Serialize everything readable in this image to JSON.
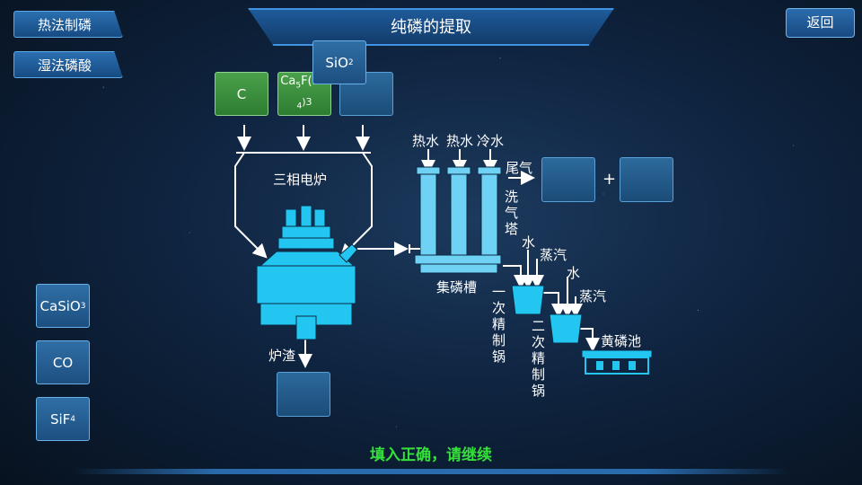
{
  "nav": {
    "thermal_label": "热法制磷",
    "wet_label": "湿法磷酸",
    "back_label": "返回"
  },
  "title": "纯磷的提取",
  "materials": {
    "c": "C",
    "apatite_main": "Ca",
    "apatite_sub1": "5",
    "apatite_mid": "F(PO",
    "apatite_sub2": "4",
    "apatite_end": ")3",
    "sio2_main": "SiO",
    "sio2_sub": "2"
  },
  "candidates": {
    "casio3_main": "CaSiO",
    "casio3_sub": "3",
    "co": "CO",
    "sif4_main": "SiF",
    "sif4_sub": "4"
  },
  "labels": {
    "furnace": "三相电炉",
    "slag": "炉渣",
    "hot_water_1": "热水",
    "hot_water_2": "热水",
    "cold_water": "冷水",
    "tail_gas": "尾气",
    "plus": "+",
    "wash_tower": "洗气塔",
    "collector": "集磷槽",
    "water_1": "水",
    "steam_1": "蒸汽",
    "water_2": "水",
    "steam_2": "蒸汽",
    "primary_pot": "一次精制锅",
    "secondary_pot": "二次精制锅",
    "yellow_pool": "黄磷池"
  },
  "status": "填入正确，请继续",
  "colors": {
    "accent": "#35e03a",
    "equipment": "#22c6f0",
    "tile_blue": "#2f6fa6",
    "tile_green": "#4aa14a"
  }
}
